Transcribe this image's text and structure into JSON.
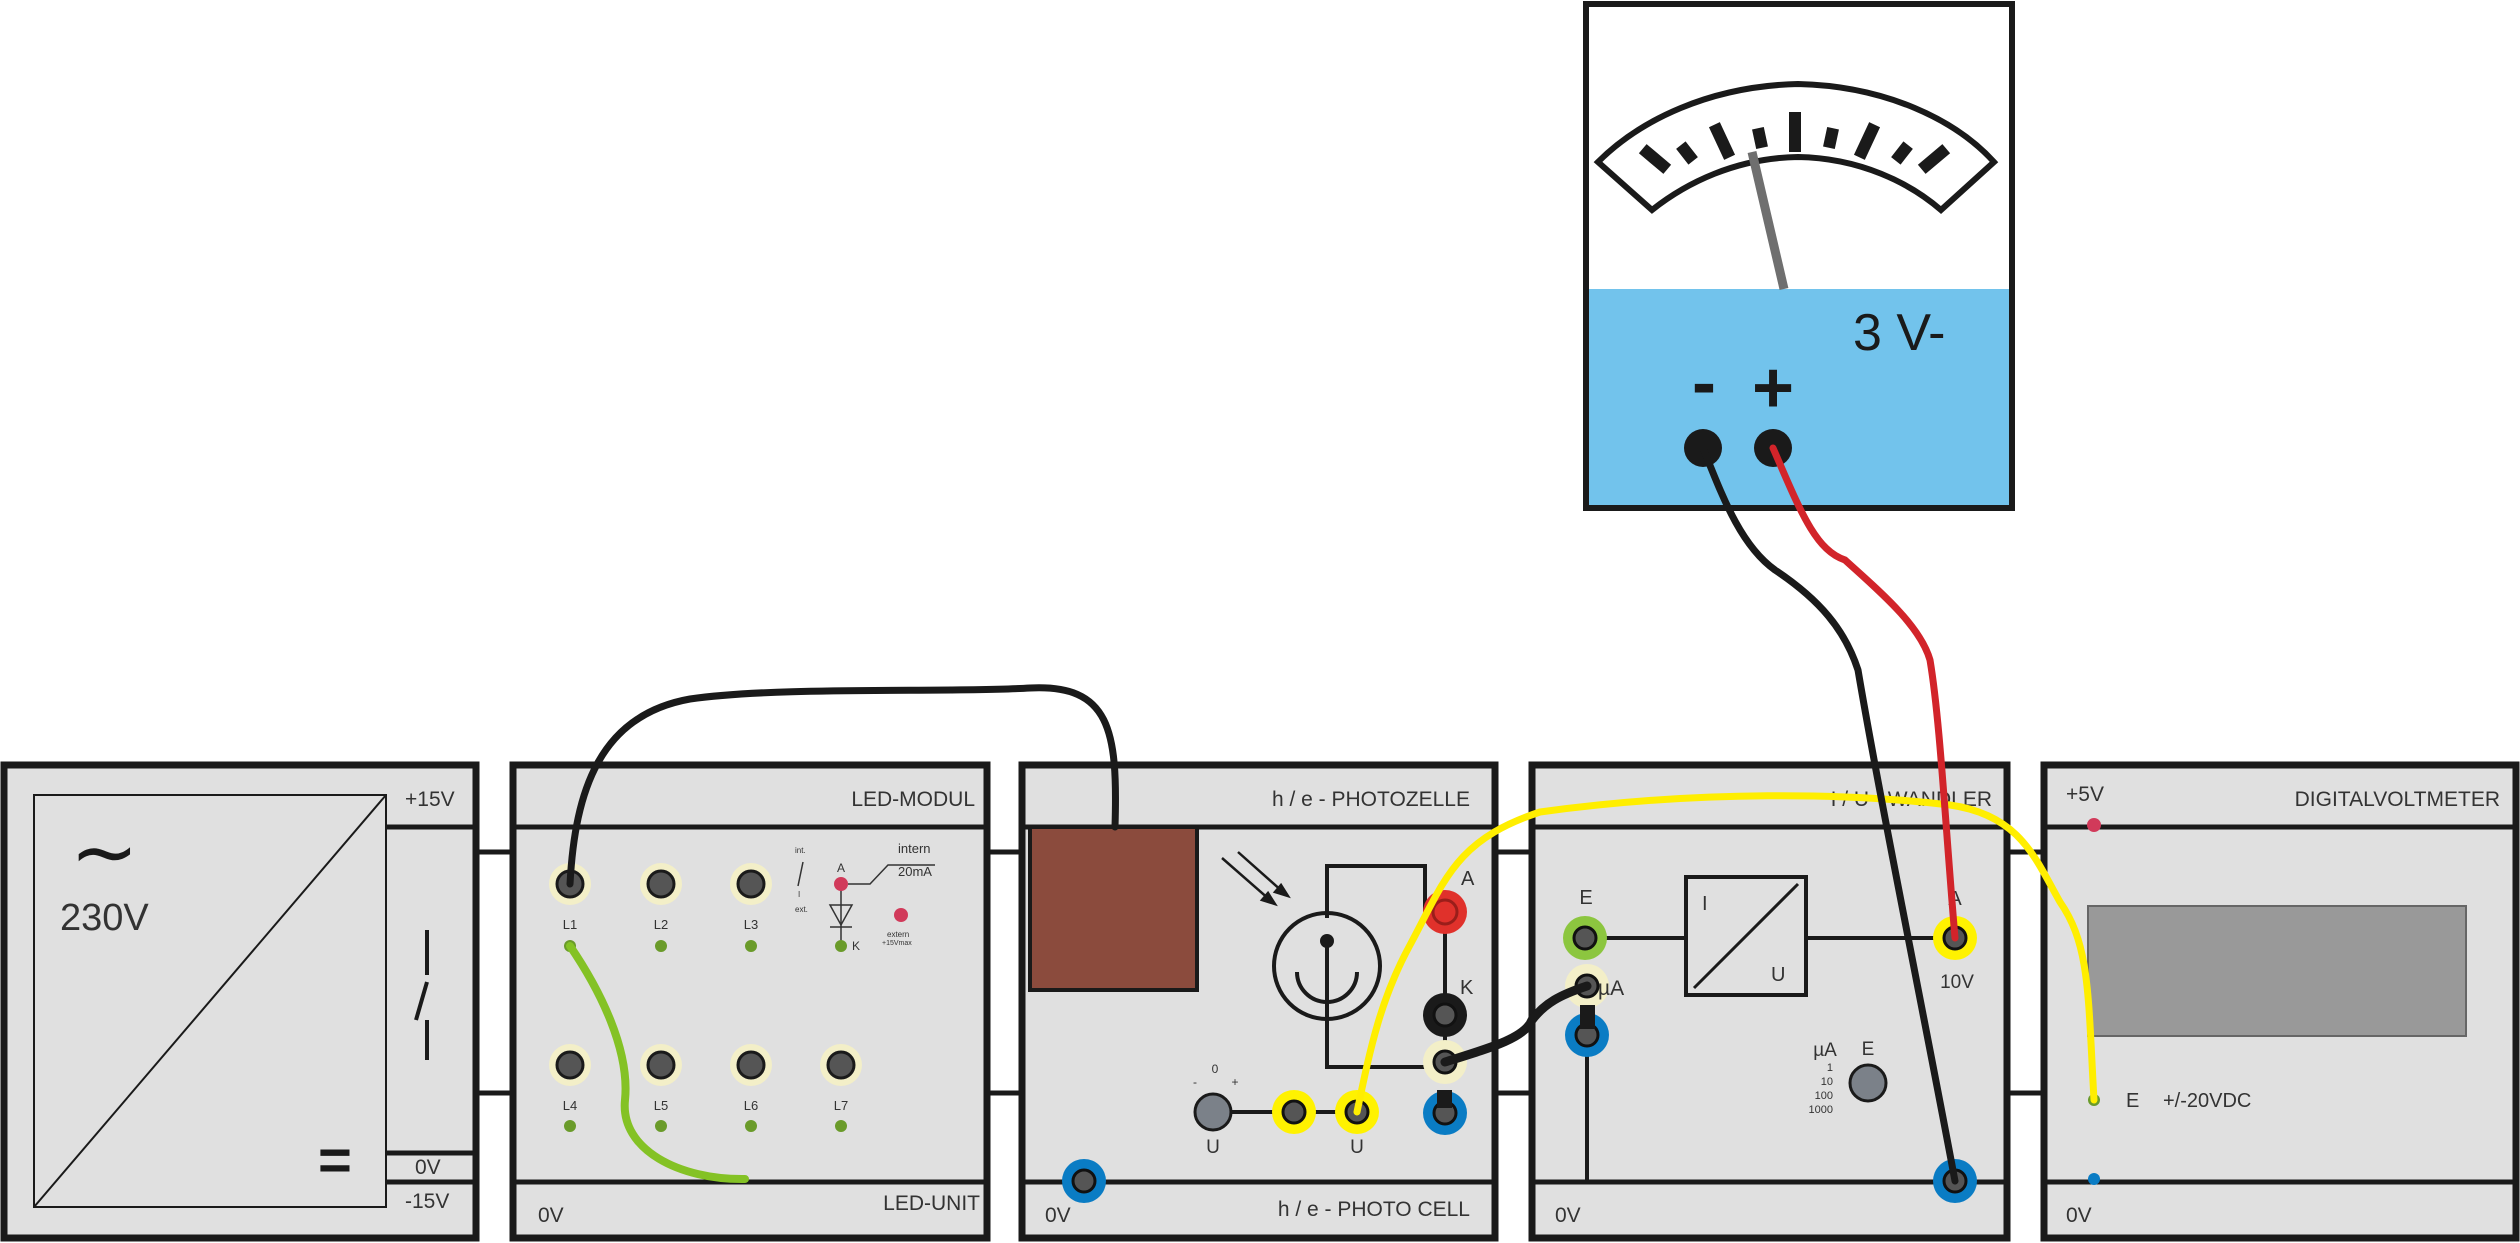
{
  "power_supply": {
    "top_voltage": "+15V",
    "mains": "230V",
    "ground": "0V",
    "bottom_voltage": "-15V",
    "ac_symbol": "∼",
    "dc_symbol": "="
  },
  "led_module": {
    "title": "LED-MODUL",
    "footer": "LED-UNIT",
    "ground": "0V",
    "sockets_top": [
      "L1",
      "L2",
      "L3"
    ],
    "sockets_bottom": [
      "L4",
      "L5",
      "L6",
      "L7"
    ],
    "switch_int": "int.",
    "switch_ext": "ext.",
    "switch_i": "I",
    "diode_anode": "A",
    "diode_cathode": "K",
    "intern_label": "intern",
    "current_label": "20mA",
    "extern_label": "extern",
    "extern_max": "+15Vmax"
  },
  "photo_cell": {
    "title": "h / e - PHOTOZELLE",
    "footer": "h / e - PHOTO CELL",
    "ground": "0V",
    "anode": "A",
    "cathode": "K",
    "u_left": "U",
    "u_right": "U",
    "scale_zero": "0",
    "scale_minus": "-",
    "scale_plus": "+"
  },
  "iu_converter": {
    "title": "I / U - WANDLER",
    "footer_ground": "0V",
    "input_e": "E",
    "input_ua": "µA",
    "block_i": "I",
    "block_u": "U",
    "output_a": "A",
    "output_range": "10V",
    "range_unit": "µA",
    "range_values": [
      "1",
      "10",
      "100",
      "1000"
    ],
    "knob_label": "E"
  },
  "digital_voltmeter": {
    "title": "DIGITALVOLTMETER",
    "supply": "+5V",
    "ground": "0V",
    "input": "E",
    "range": "+/-20VDC",
    "display_color": "#999999"
  },
  "analog_meter": {
    "range": "3 V-",
    "minus": "-",
    "plus": "+",
    "panel_color": "#72c3ec"
  },
  "colors": {
    "panel": "#e0e0e0",
    "wire_black": "#1a1a1a",
    "wire_red": "#d2242a",
    "wire_yellow": "#ffee00",
    "wire_green": "#84c225",
    "jack_blue": "#0a7cc4",
    "jack_red": "#e0312b",
    "jack_yellow": "#fff200",
    "jack_green": "#8cc63f",
    "lamp_box": "#8b4b3d"
  }
}
